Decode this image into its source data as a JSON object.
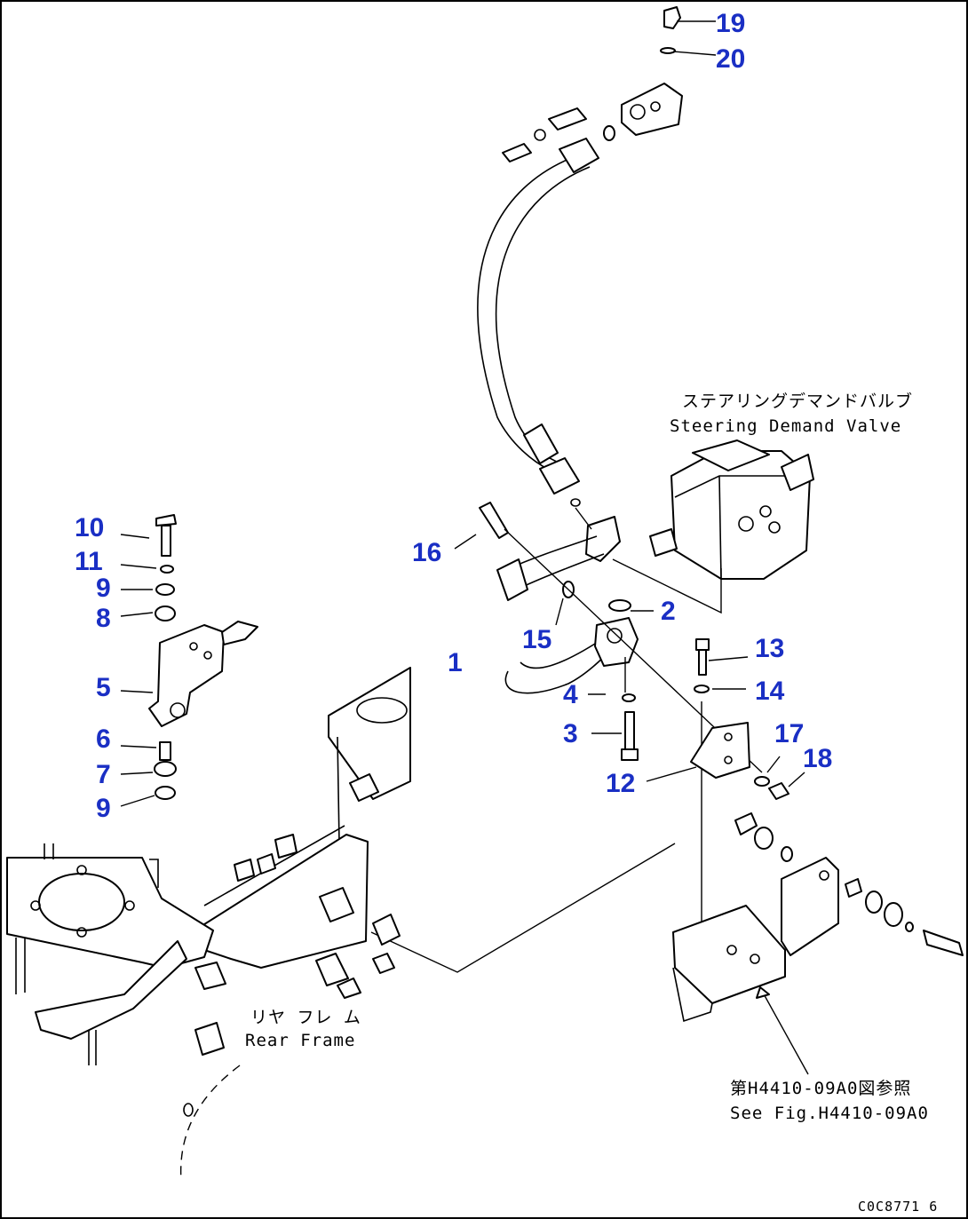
{
  "callouts": {
    "c1": "1",
    "c2": "2",
    "c3": "3",
    "c4": "4",
    "c5": "5",
    "c6": "6",
    "c7": "7",
    "c8": "8",
    "c9a": "9",
    "c9b": "9",
    "c10": "10",
    "c11": "11",
    "c12": "12",
    "c13": "13",
    "c14": "14",
    "c15": "15",
    "c16": "16",
    "c17": "17",
    "c18": "18",
    "c19": "19",
    "c20": "20"
  },
  "notes": {
    "valve_jp": "ステアリングデマンドバルブ",
    "valve_en": "Steering Demand Valve",
    "frame_jp": "リヤ フレ ム",
    "frame_en": "Rear Frame",
    "ref_jp": "第H4410-09A0図参照",
    "ref_en": "See Fig.H4410-09A0",
    "drawing_code": "C0C8771 6"
  },
  "colors": {
    "callout": "#1a2fc4",
    "line": "#000000",
    "background": "#ffffff"
  }
}
